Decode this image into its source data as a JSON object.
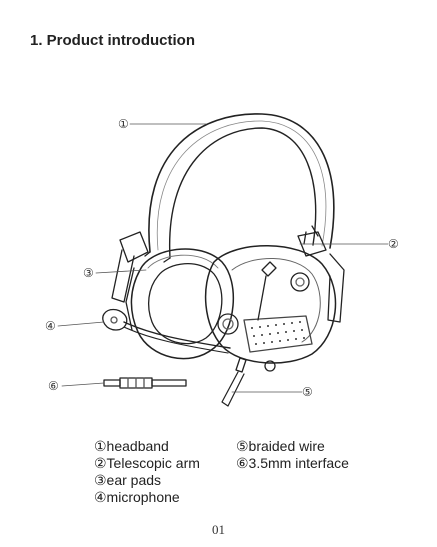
{
  "title": "1. Product introduction",
  "callouts": [
    "①",
    "②",
    "③",
    "④",
    "⑤",
    "⑥"
  ],
  "legend_left": [
    "①headband",
    "②Telescopic arm",
    "③ear pads",
    "④microphone"
  ],
  "legend_right": [
    "⑤braided wire",
    "⑥3.5mm interface"
  ],
  "page_number": "01"
}
